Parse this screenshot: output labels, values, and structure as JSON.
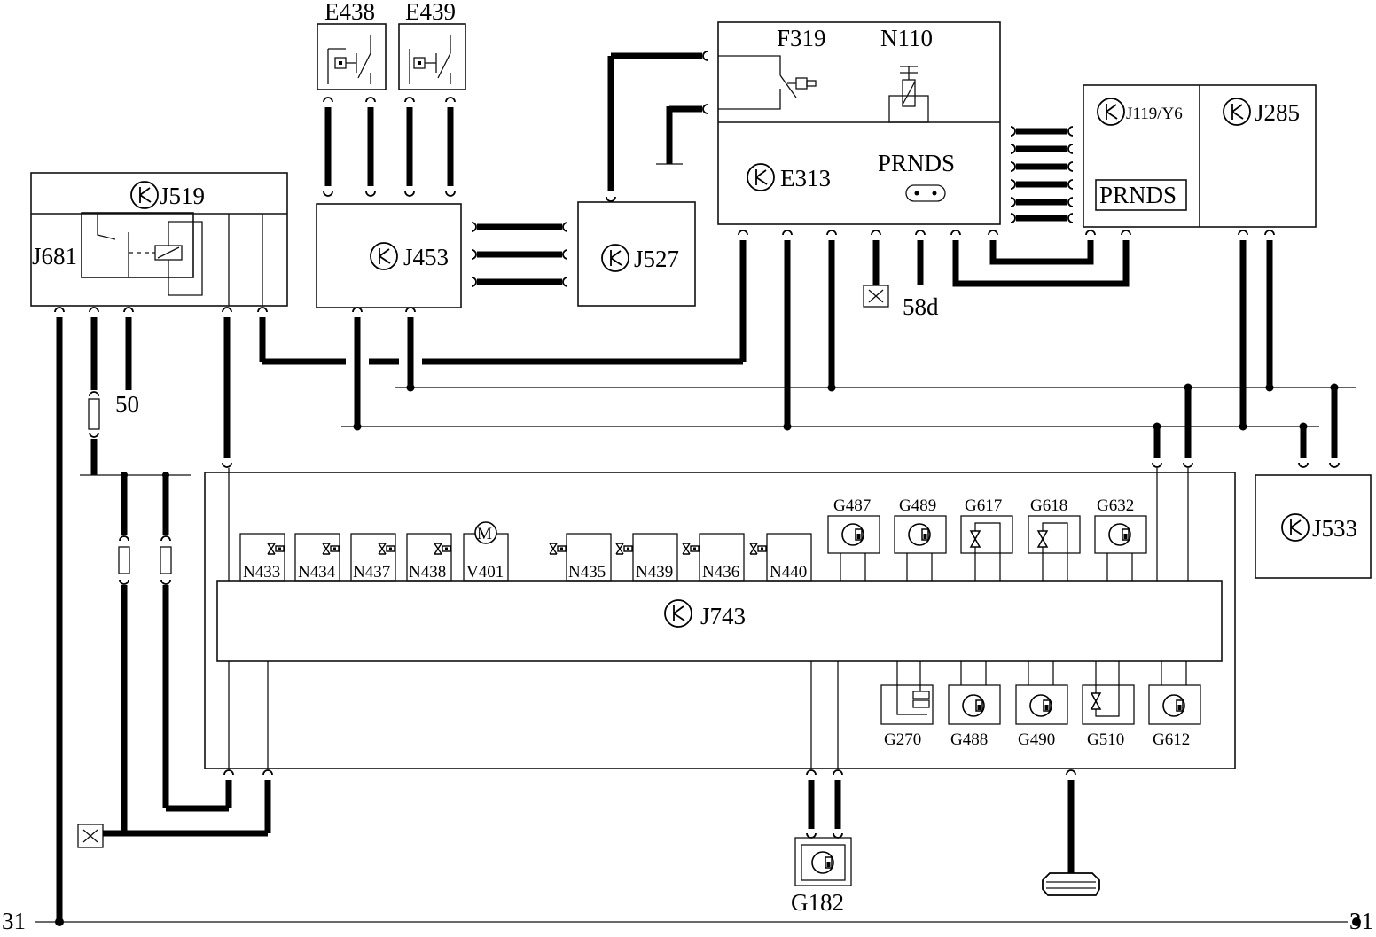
{
  "diagram": {
    "modules": {
      "J519": "J519",
      "J681": "J681",
      "E438": "E438",
      "E439": "E439",
      "J453": "J453",
      "J527": "J527",
      "F319": "F319",
      "N110": "N110",
      "E313": "E313",
      "PRNDS_E313": "PRNDS",
      "J119": "J119/Y6",
      "PRNDS_J119": "PRNDS",
      "J285": "J285",
      "J533": "J533",
      "J743": "J743",
      "G182": "G182"
    },
    "terminals": {
      "t50": "50",
      "t58d": "58d",
      "ground_left": "31",
      "ground_right": "31"
    },
    "top_components": [
      {
        "id": "N433",
        "label": "N433"
      },
      {
        "id": "N434",
        "label": "N434"
      },
      {
        "id": "N437",
        "label": "N437"
      },
      {
        "id": "N438",
        "label": "N438"
      },
      {
        "id": "V401",
        "label": "V401"
      },
      {
        "id": "N435",
        "label": "N435"
      },
      {
        "id": "N439",
        "label": "N439"
      },
      {
        "id": "N436",
        "label": "N436"
      },
      {
        "id": "N440",
        "label": "N440"
      }
    ],
    "motor_symbol": "M",
    "top_sensors": [
      {
        "id": "G487",
        "label": "G487"
      },
      {
        "id": "G489",
        "label": "G489"
      },
      {
        "id": "G617",
        "label": "G617"
      },
      {
        "id": "G618",
        "label": "G618"
      },
      {
        "id": "G632",
        "label": "G632"
      }
    ],
    "bottom_sensors": [
      {
        "id": "G270",
        "label": "G270"
      },
      {
        "id": "G488",
        "label": "G488"
      },
      {
        "id": "G490",
        "label": "G490"
      },
      {
        "id": "G510",
        "label": "G510"
      },
      {
        "id": "G612",
        "label": "G612"
      }
    ]
  }
}
